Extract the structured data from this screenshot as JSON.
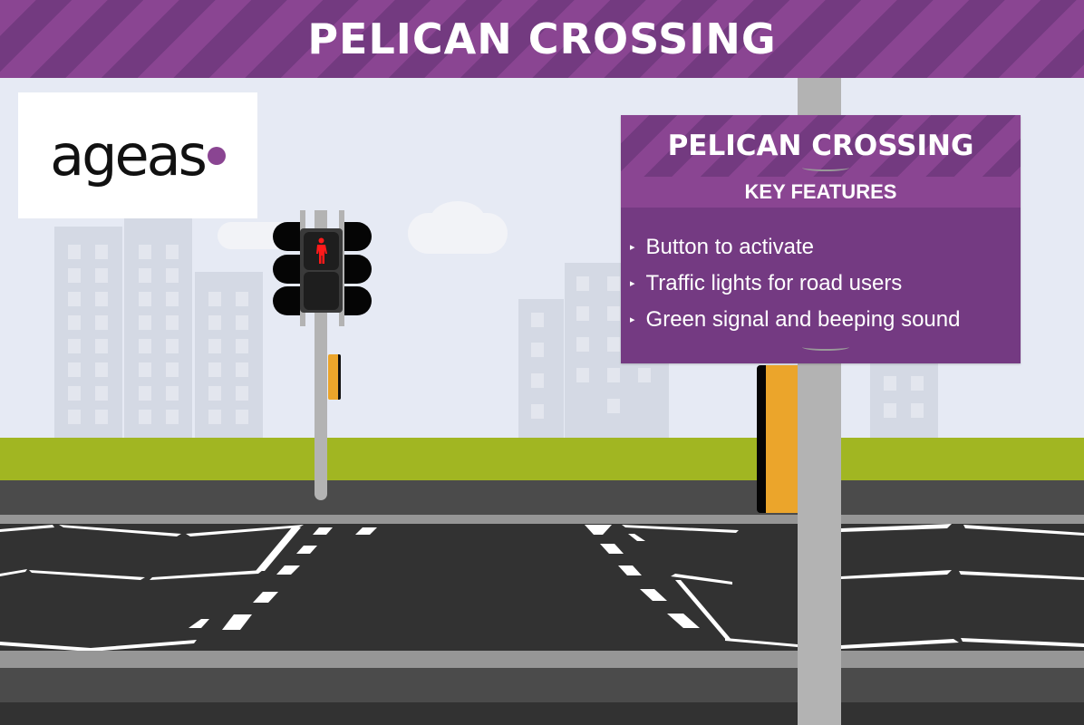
{
  "banner": {
    "title": "PELICAN CROSSING"
  },
  "logo": {
    "text": "ageas",
    "dot_color": "#8a4592"
  },
  "sign": {
    "title": "PELICAN CROSSING",
    "subtitle": "KEY FEATURES",
    "features": [
      "Button to activate",
      "Traffic lights for road users",
      "Green signal and beeping sound"
    ],
    "bullet_icon": "▸"
  },
  "colors": {
    "purple_light": "#8a4592",
    "purple_dark": "#733a80",
    "grass": "#a1b622",
    "road": "#323232",
    "pavement": "#4b4b4b",
    "button_box": "#eba52b",
    "red_man": "#ff1a1a"
  },
  "scene": {
    "traffic_signal_state": "red-man"
  }
}
